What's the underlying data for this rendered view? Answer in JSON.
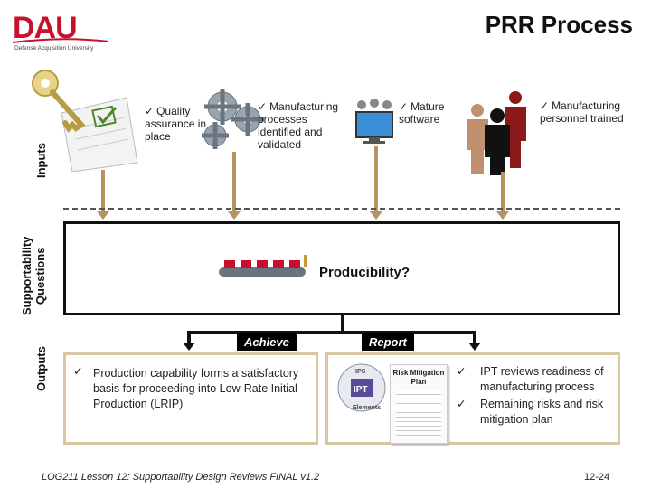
{
  "header": {
    "logo_text": "DAU",
    "logo_subtitle": "Defense Acquisition University",
    "title": "PRR Process"
  },
  "side_labels": {
    "inputs": "Inputs",
    "supportability_line1": "Supportability",
    "supportability_line2": "Questions",
    "outputs": "Outputs"
  },
  "inputs": [
    {
      "icon": "key-document-icon",
      "text": "Quality assurance in place"
    },
    {
      "icon": "gears-icon",
      "text": "Manufacturing processes identified and validated"
    },
    {
      "icon": "monitor-icon",
      "text": "Mature software"
    },
    {
      "icon": "people-icon",
      "text": "Manufacturing personnel trained"
    }
  ],
  "check_mark": "✓",
  "center": {
    "icon": "conveyor-belt-icon",
    "question": "Producibility?"
  },
  "tags": {
    "achieve": "Achieve",
    "report": "Report"
  },
  "outputs": {
    "achieve_item": "Production capability forms a satisfactory basis for proceeding into Low-Rate Initial Production (LRIP)",
    "ipt_badge": "IPT",
    "ipt_badge_sub": "Elements",
    "risk_doc_title": "Risk Mitigation Plan",
    "report_items": [
      "IPT reviews readiness of manufacturing process",
      "Remaining risks and risk mitigation plan"
    ]
  },
  "footer": {
    "course": "LOG211 Lesson 12: Supportability Design Reviews  FINAL v1.2",
    "page": "12-24"
  },
  "colors": {
    "logo_red": "#c8102e",
    "stem_tan": "#b59463",
    "frame_black": "#111111",
    "out_border": "#d8c7a0"
  }
}
